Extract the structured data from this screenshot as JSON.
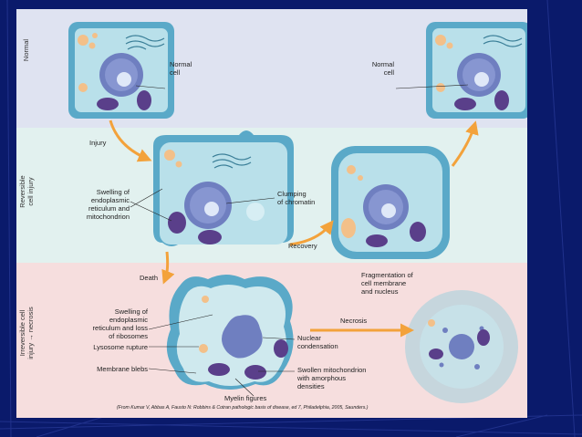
{
  "colors": {
    "slide_background": "#0a1a6b",
    "band_normal": "#dfe3f1",
    "band_reversible": "#e2f1ef",
    "band_irreversible": "#f6dede",
    "cell_outer": "#5aa9c8",
    "cell_inner": "#b9e0ea",
    "nucleus": "#6f7fc0",
    "mitochondrion": "#5a3f8a",
    "arrow": "#f3a23b"
  },
  "rows": {
    "normal": "Normal",
    "reversible": "Reversible\ncell injury",
    "irreversible": "Irreversible cell\ninjury → necrosis"
  },
  "labels": {
    "normal_cell_left": "Normal\ncell",
    "normal_cell_right": "Normal\ncell",
    "injury": "Injury",
    "swelling_er_mito": "Swelling of\nendoplasmic\nreticulum and\nmitochondrion",
    "clumping_chromatin": "Clumping\nof chromatin",
    "recovery": "Recovery",
    "death": "Death",
    "swelling_er_ribosomes": "Swelling of\nendoplasmic\nreticulum and loss\nof ribosomes",
    "lysosome_rupture": "Lysosome rupture",
    "membrane_blebs": "Membrane blebs",
    "myelin_figures": "Myelin figures",
    "nuclear_condensation": "Nuclear\ncondensation",
    "swollen_mito": "Swollen mitochondrion\nwith amorphous\ndensities",
    "necrosis": "Necrosis",
    "fragmentation": "Fragmentation of\ncell membrane\nand nucleus"
  },
  "citation": "(From Kumar V, Abbas A, Fausto N: Robbins & Cotran pathologic basis of disease, ed 7, Philadelphia, 2005, Saunders.)"
}
